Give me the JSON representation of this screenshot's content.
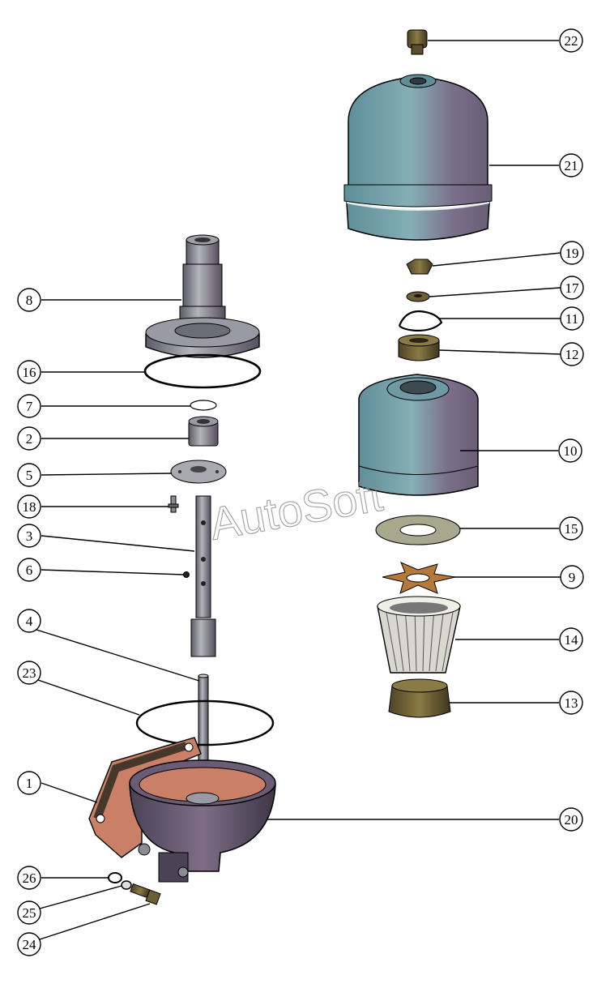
{
  "watermark": "AutoSoft",
  "colors": {
    "body_blue": "#6f9aa3",
    "body_purple": "#7d6e86",
    "bronze": "#7a6a3a",
    "rubber": "#2e2a22",
    "gasket": "#c98066",
    "steel": "#8c8c96",
    "outline": "#000000"
  },
  "callouts": [
    {
      "num": "1"
    },
    {
      "num": "2"
    },
    {
      "num": "3"
    },
    {
      "num": "4"
    },
    {
      "num": "5"
    },
    {
      "num": "6"
    },
    {
      "num": "7"
    },
    {
      "num": "8"
    },
    {
      "num": "9"
    },
    {
      "num": "10"
    },
    {
      "num": "11"
    },
    {
      "num": "12"
    },
    {
      "num": "13"
    },
    {
      "num": "14"
    },
    {
      "num": "15"
    },
    {
      "num": "16"
    },
    {
      "num": "17"
    },
    {
      "num": "18"
    },
    {
      "num": "19"
    },
    {
      "num": "20"
    },
    {
      "num": "21"
    },
    {
      "num": "22"
    },
    {
      "num": "23"
    },
    {
      "num": "24"
    },
    {
      "num": "25"
    },
    {
      "num": "26"
    }
  ]
}
